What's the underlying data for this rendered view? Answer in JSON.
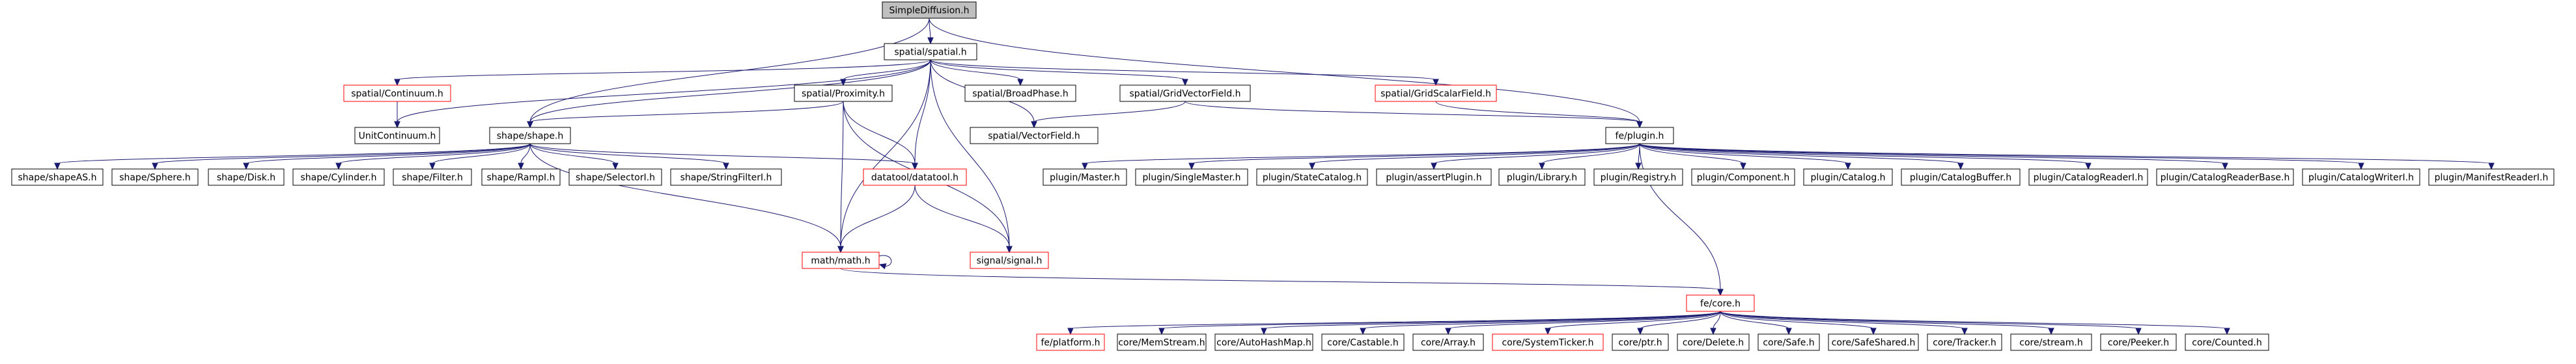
{
  "diagram": {
    "title": "SimpleDiffusion.h",
    "edge_color": "#191970",
    "missing_node_border_color": "#ff0000",
    "root_fill_color": "#bfbfbf",
    "nodes": [
      {
        "id": "root",
        "label": "SimpleDiffusion.h",
        "kind": "root"
      },
      {
        "id": "spatial",
        "label": "spatial/spatial.h"
      },
      {
        "id": "continuum",
        "label": "spatial/Continuum.h",
        "kind": "missing"
      },
      {
        "id": "unitcontinuum",
        "label": "UnitContinuum.h"
      },
      {
        "id": "proximity",
        "label": "spatial/Proximity.h"
      },
      {
        "id": "broadphase",
        "label": "spatial/BroadPhase.h"
      },
      {
        "id": "gridvector",
        "label": "spatial/GridVectorField.h"
      },
      {
        "id": "gridscalar",
        "label": "spatial/GridScalarField.h",
        "kind": "missing"
      },
      {
        "id": "vectorfield",
        "label": "spatial/VectorField.h"
      },
      {
        "id": "shape",
        "label": "shape/shape.h"
      },
      {
        "id": "plugin",
        "label": "fe/plugin.h"
      },
      {
        "id": "shapeAS",
        "label": "shape/shapeAS.h"
      },
      {
        "id": "sphere",
        "label": "shape/Sphere.h"
      },
      {
        "id": "disk",
        "label": "shape/Disk.h"
      },
      {
        "id": "cylinder",
        "label": "shape/Cylinder.h"
      },
      {
        "id": "filter",
        "label": "shape/Filter.h"
      },
      {
        "id": "ramp",
        "label": "shape/RampI.h"
      },
      {
        "id": "selector",
        "label": "shape/SelectorI.h"
      },
      {
        "id": "stringfilter",
        "label": "shape/StringFilterI.h"
      },
      {
        "id": "datatool",
        "label": "datatool/datatool.h",
        "kind": "missing"
      },
      {
        "id": "math",
        "label": "math/math.h",
        "kind": "missing"
      },
      {
        "id": "signal",
        "label": "signal/signal.h",
        "kind": "missing"
      },
      {
        "id": "master",
        "label": "plugin/Master.h"
      },
      {
        "id": "singlemaster",
        "label": "plugin/SingleMaster.h"
      },
      {
        "id": "statecatalog",
        "label": "plugin/StateCatalog.h"
      },
      {
        "id": "assertplugin",
        "label": "plugin/assertPlugin.h"
      },
      {
        "id": "library",
        "label": "plugin/Library.h"
      },
      {
        "id": "registry",
        "label": "plugin/Registry.h"
      },
      {
        "id": "component",
        "label": "plugin/Component.h"
      },
      {
        "id": "catalog",
        "label": "plugin/Catalog.h"
      },
      {
        "id": "catalogbuffer",
        "label": "plugin/CatalogBuffer.h"
      },
      {
        "id": "catalogreader",
        "label": "plugin/CatalogReaderI.h"
      },
      {
        "id": "catalogreaderbase",
        "label": "plugin/CatalogReaderBase.h"
      },
      {
        "id": "catalogwriter",
        "label": "plugin/CatalogWriterI.h"
      },
      {
        "id": "manifestreader",
        "label": "plugin/ManifestReaderI.h"
      },
      {
        "id": "core",
        "label": "fe/core.h",
        "kind": "missing"
      },
      {
        "id": "platform",
        "label": "fe/platform.h",
        "kind": "missing"
      },
      {
        "id": "memstream",
        "label": "core/MemStream.h"
      },
      {
        "id": "autohashmap",
        "label": "core/AutoHashMap.h"
      },
      {
        "id": "castable",
        "label": "core/Castable.h"
      },
      {
        "id": "array",
        "label": "core/Array.h"
      },
      {
        "id": "systemticker",
        "label": "core/SystemTicker.h",
        "kind": "missing"
      },
      {
        "id": "ptr",
        "label": "core/ptr.h"
      },
      {
        "id": "delete",
        "label": "core/Delete.h"
      },
      {
        "id": "safe",
        "label": "core/Safe.h"
      },
      {
        "id": "safeshared",
        "label": "core/SafeShared.h"
      },
      {
        "id": "tracker",
        "label": "core/Tracker.h"
      },
      {
        "id": "stream",
        "label": "core/stream.h"
      },
      {
        "id": "peeker",
        "label": "core/Peeker.h"
      },
      {
        "id": "counted",
        "label": "core/Counted.h"
      }
    ],
    "edges": [
      [
        "root",
        "spatial"
      ],
      [
        "root",
        "shape"
      ],
      [
        "root",
        "plugin"
      ],
      [
        "spatial",
        "continuum"
      ],
      [
        "spatial",
        "unitcontinuum"
      ],
      [
        "spatial",
        "proximity"
      ],
      [
        "spatial",
        "broadphase"
      ],
      [
        "spatial",
        "gridvector"
      ],
      [
        "spatial",
        "gridscalar"
      ],
      [
        "spatial",
        "vectorfield"
      ],
      [
        "spatial",
        "math"
      ],
      [
        "spatial",
        "datatool"
      ],
      [
        "spatial",
        "signal"
      ],
      [
        "spatial",
        "shape"
      ],
      [
        "continuum",
        "unitcontinuum"
      ],
      [
        "proximity",
        "shape"
      ],
      [
        "proximity",
        "datatool"
      ],
      [
        "proximity",
        "math"
      ],
      [
        "proximity",
        "signal"
      ],
      [
        "gridvector",
        "vectorfield"
      ],
      [
        "gridvector",
        "plugin"
      ],
      [
        "gridscalar",
        "plugin"
      ],
      [
        "shape",
        "shapeAS"
      ],
      [
        "shape",
        "sphere"
      ],
      [
        "shape",
        "disk"
      ],
      [
        "shape",
        "cylinder"
      ],
      [
        "shape",
        "filter"
      ],
      [
        "shape",
        "ramp"
      ],
      [
        "shape",
        "selector"
      ],
      [
        "shape",
        "stringfilter"
      ],
      [
        "shape",
        "datatool"
      ],
      [
        "shape",
        "math"
      ],
      [
        "datatool",
        "math"
      ],
      [
        "datatool",
        "signal"
      ],
      [
        "math",
        "math"
      ],
      [
        "math",
        "core"
      ],
      [
        "plugin",
        "master"
      ],
      [
        "plugin",
        "singlemaster"
      ],
      [
        "plugin",
        "statecatalog"
      ],
      [
        "plugin",
        "assertplugin"
      ],
      [
        "plugin",
        "library"
      ],
      [
        "plugin",
        "registry"
      ],
      [
        "plugin",
        "component"
      ],
      [
        "plugin",
        "catalog"
      ],
      [
        "plugin",
        "catalogbuffer"
      ],
      [
        "plugin",
        "catalogreader"
      ],
      [
        "plugin",
        "catalogreaderbase"
      ],
      [
        "plugin",
        "catalogwriter"
      ],
      [
        "plugin",
        "manifestreader"
      ],
      [
        "plugin",
        "core"
      ],
      [
        "core",
        "platform"
      ],
      [
        "core",
        "memstream"
      ],
      [
        "core",
        "autohashmap"
      ],
      [
        "core",
        "castable"
      ],
      [
        "core",
        "array"
      ],
      [
        "core",
        "systemticker"
      ],
      [
        "core",
        "ptr"
      ],
      [
        "core",
        "delete"
      ],
      [
        "core",
        "safe"
      ],
      [
        "core",
        "safeshared"
      ],
      [
        "core",
        "tracker"
      ],
      [
        "core",
        "stream"
      ],
      [
        "core",
        "peeker"
      ],
      [
        "core",
        "counted"
      ]
    ]
  }
}
